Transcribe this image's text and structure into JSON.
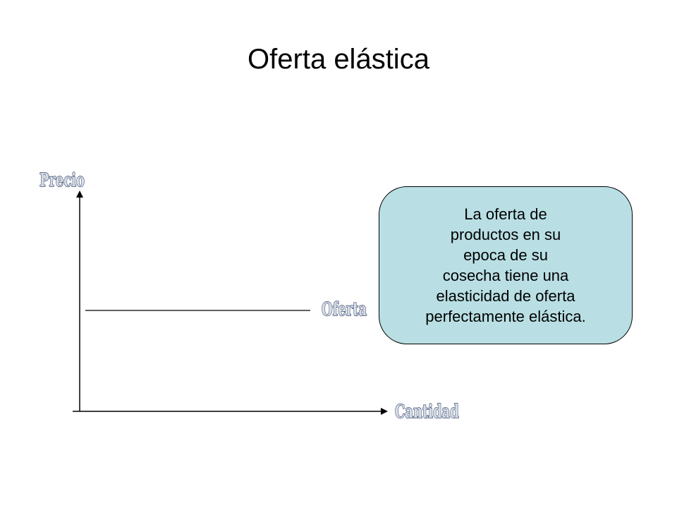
{
  "title": "Oferta elástica",
  "diagram": {
    "y_axis_label": "Precio",
    "x_axis_label": "Cantidad",
    "supply_label": "Oferta",
    "callout_text": "La oferta de\nproductos en su\nepoca de su\ncosecha tiene una\nelasticidad de oferta\nperfectamente elástica.",
    "colors": {
      "callout_fill": "#b9dfe4",
      "wordart_fill": "#d7dde8",
      "wordart_outline": "#3a4a6a"
    }
  }
}
